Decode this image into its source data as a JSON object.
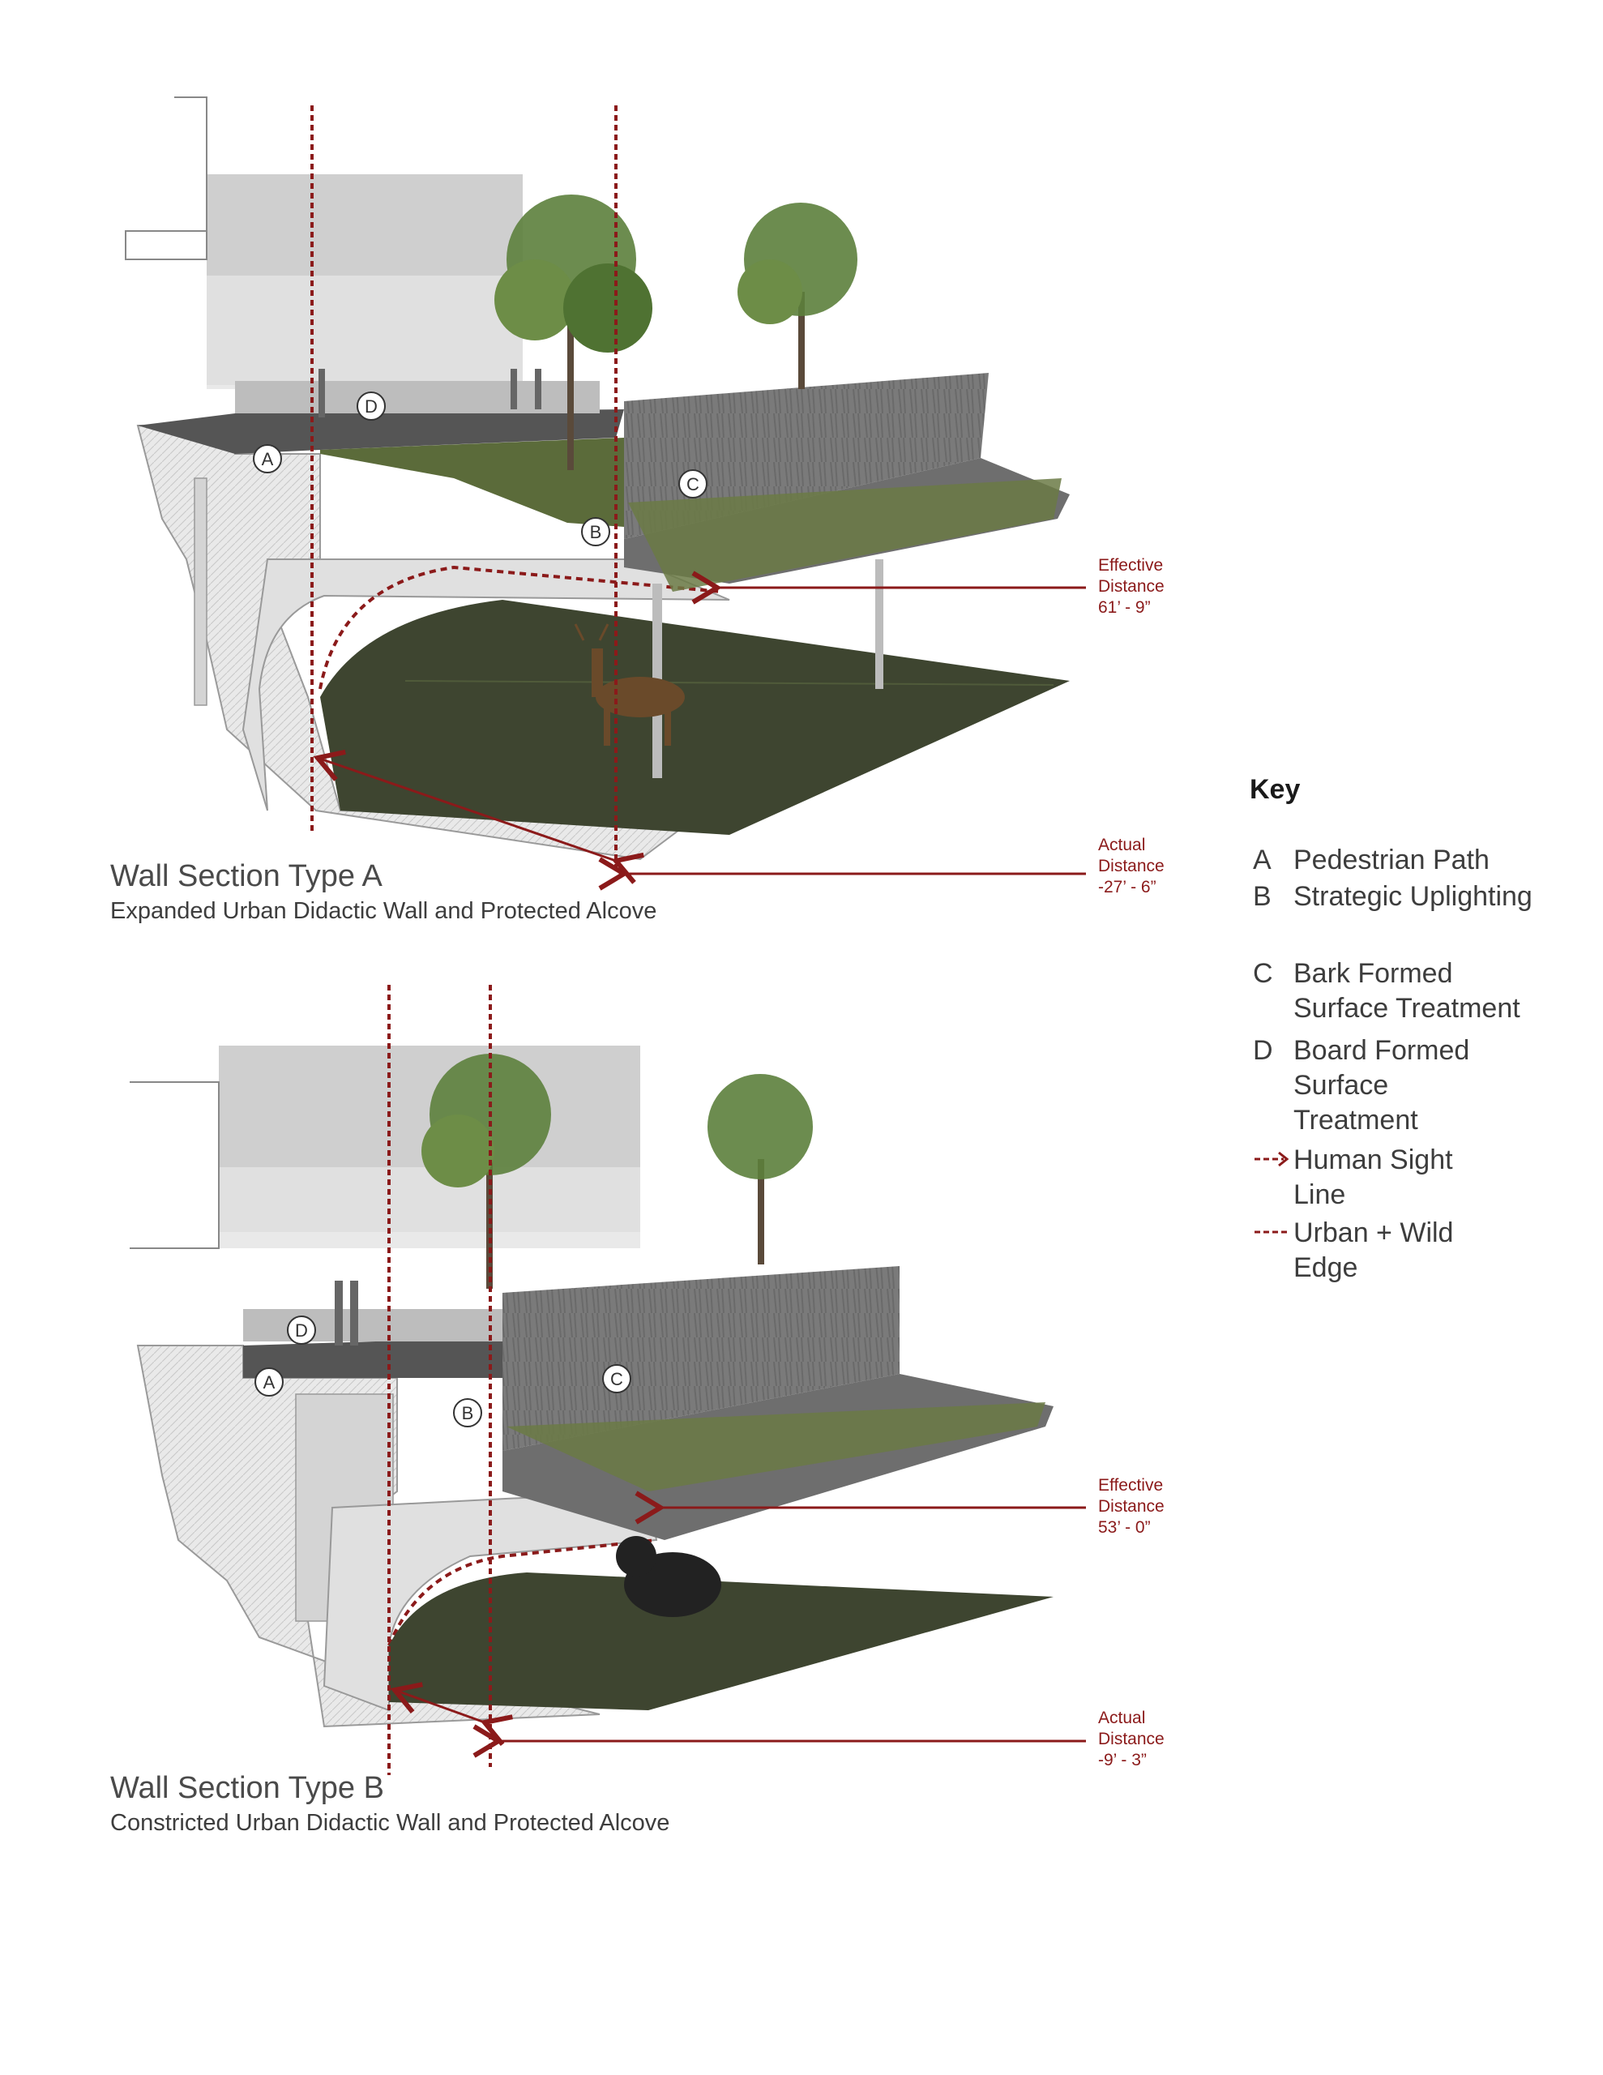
{
  "colors": {
    "dimension": "#8b1a1a",
    "concrete": "#e6e6e6",
    "wall": "#7d7d7d",
    "grass": "#4e5a3a",
    "ground": "#3e4530",
    "tree": "#5c7f3c",
    "background": "#ffffff"
  },
  "sections": [
    {
      "title": "Wall Section Type A",
      "subtitle": "Expanded Urban Didactic Wall and Protected Alcove",
      "effective": {
        "label": "Effective\nDistance\n61’ - 9”"
      },
      "actual": {
        "label": "Actual\nDistance\n-27’ - 6”"
      },
      "callouts": [
        "A",
        "B",
        "C",
        "D"
      ]
    },
    {
      "title": "Wall Section Type B",
      "subtitle": "Constricted Urban Didactic Wall and Protected Alcove",
      "effective": {
        "label": "Effective\nDistance\n53’ - 0”"
      },
      "actual": {
        "label": "Actual\nDistance\n-9’ - 3”"
      },
      "callouts": [
        "A",
        "B",
        "C",
        "D"
      ]
    }
  ],
  "key": {
    "title": "Key",
    "items": [
      {
        "letter": "A",
        "text": "Pedestrian Path"
      },
      {
        "letter": "B",
        "text": "Strategic Uplighting"
      },
      {
        "letter": "C",
        "text": "Bark Formed Surface Treatment"
      },
      {
        "letter": "D",
        "text": "Board Formed Surface Treatment"
      },
      {
        "symbol": "arrow-dashed-icon",
        "text": "Human Sight Line"
      },
      {
        "symbol": "dashed-line-icon",
        "text": "Urban + Wild Edge"
      }
    ]
  }
}
